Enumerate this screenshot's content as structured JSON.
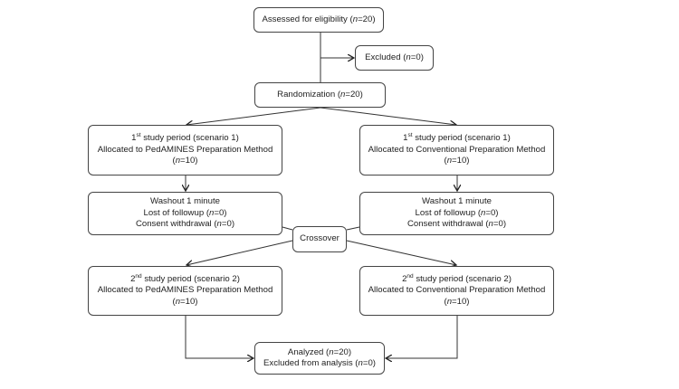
{
  "boxes": {
    "assessed": [
      [
        {
          "t": "Assessed for eligibility ("
        },
        {
          "t": "n",
          "f": "i"
        },
        {
          "t": "=20)"
        }
      ]
    ],
    "excluded": [
      [
        {
          "t": "Excluded ("
        },
        {
          "t": "n",
          "f": "i"
        },
        {
          "t": "=0)"
        }
      ]
    ],
    "randomization": [
      [
        {
          "t": "Randomization ("
        },
        {
          "t": "n",
          "f": "i"
        },
        {
          "t": "=20)"
        }
      ]
    ],
    "period1_left": [
      [
        {
          "t": "1"
        },
        {
          "t": "st",
          "f": "sup"
        },
        {
          "t": " study period (scenario 1)"
        }
      ],
      [
        {
          "t": "Allocated to PedAMINES Preparation Method"
        }
      ],
      [
        {
          "t": "("
        },
        {
          "t": "n",
          "f": "i"
        },
        {
          "t": "=10)"
        }
      ]
    ],
    "period1_right": [
      [
        {
          "t": "1"
        },
        {
          "t": "st",
          "f": "sup"
        },
        {
          "t": " study period (scenario 1)"
        }
      ],
      [
        {
          "t": "Allocated to Conventional Preparation Method"
        }
      ],
      [
        {
          "t": "("
        },
        {
          "t": "n",
          "f": "i"
        },
        {
          "t": "=10)"
        }
      ]
    ],
    "washout_left": [
      [
        {
          "t": "Washout 1 minute"
        }
      ],
      [
        {
          "t": "Lost of followup ("
        },
        {
          "t": "n",
          "f": "i"
        },
        {
          "t": "=0)"
        }
      ],
      [
        {
          "t": "Consent withdrawal ("
        },
        {
          "t": "n",
          "f": "i"
        },
        {
          "t": "=0)"
        }
      ]
    ],
    "washout_right": [
      [
        {
          "t": "Washout 1 minute"
        }
      ],
      [
        {
          "t": "Lost of followup ("
        },
        {
          "t": "n",
          "f": "i"
        },
        {
          "t": "=0)"
        }
      ],
      [
        {
          "t": "Consent withdrawal ("
        },
        {
          "t": "n",
          "f": "i"
        },
        {
          "t": "=0)"
        }
      ]
    ],
    "crossover": [
      [
        {
          "t": "Crossover"
        }
      ]
    ],
    "period2_left": [
      [
        {
          "t": "2"
        },
        {
          "t": "nd",
          "f": "sup"
        },
        {
          "t": " study period (scenario 2)"
        }
      ],
      [
        {
          "t": "Allocated to PedAMINES Preparation Method"
        }
      ],
      [
        {
          "t": "("
        },
        {
          "t": "n",
          "f": "i"
        },
        {
          "t": "=10)"
        }
      ]
    ],
    "period2_right": [
      [
        {
          "t": "2"
        },
        {
          "t": "nd",
          "f": "sup"
        },
        {
          "t": " study period (scenario 2)"
        }
      ],
      [
        {
          "t": "Allocated to Conventional Preparation Method"
        }
      ],
      [
        {
          "t": "("
        },
        {
          "t": "n",
          "f": "i"
        },
        {
          "t": "=10)"
        }
      ]
    ],
    "analyzed": [
      [
        {
          "t": "Analyzed ("
        },
        {
          "t": "n",
          "f": "i"
        },
        {
          "t": "=20)"
        }
      ],
      [
        {
          "t": "Excluded from analysis ("
        },
        {
          "t": "n",
          "f": "i"
        },
        {
          "t": "=0)"
        }
      ]
    ]
  }
}
